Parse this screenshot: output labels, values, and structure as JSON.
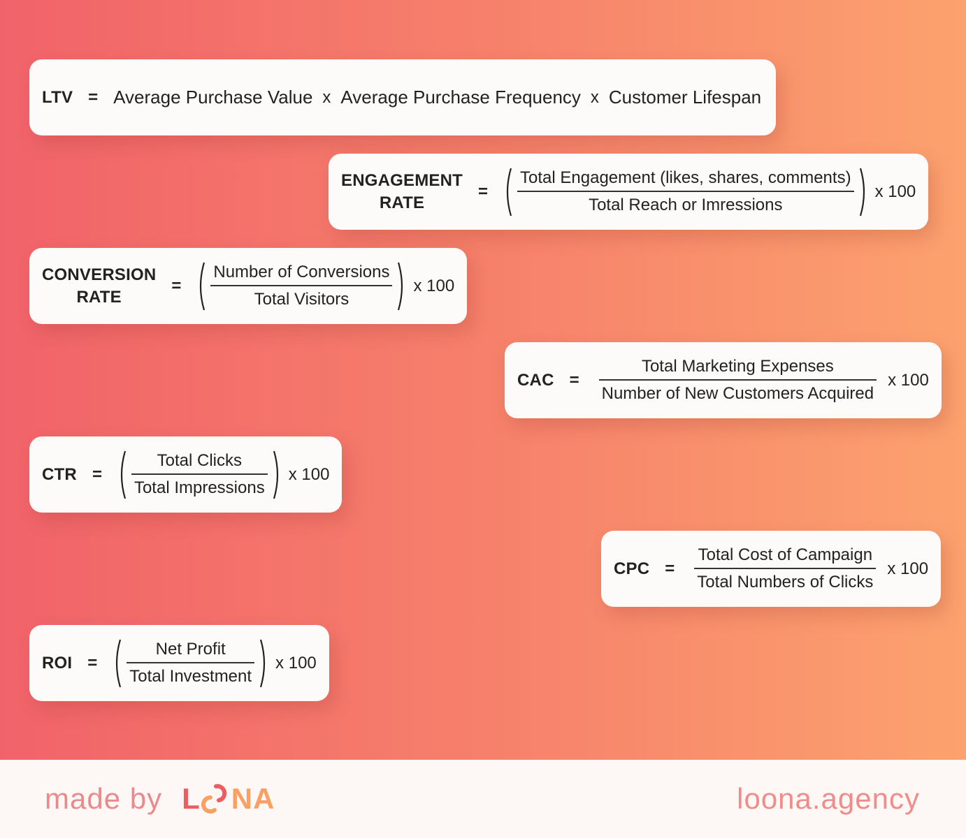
{
  "formulas": [
    {
      "id": "ltv",
      "label": [
        "LTV"
      ],
      "terms": [
        "Average Purchase Value",
        "x",
        "Average Purchase Frequency",
        "x",
        "Customer Lifespan"
      ]
    },
    {
      "id": "engagement-rate",
      "label": [
        "ENGAGEMENT",
        "RATE"
      ],
      "numerator": "Total Engagement (likes, shares, comments)",
      "denominator": "Total Reach or Imressions",
      "parens": true,
      "multiplier": "x 100"
    },
    {
      "id": "conversion-rate",
      "label": [
        "CONVERSION",
        "RATE"
      ],
      "numerator": "Number of Conversions",
      "denominator": "Total Visitors",
      "parens": true,
      "multiplier": "x 100"
    },
    {
      "id": "cac",
      "label": [
        "CAC"
      ],
      "numerator": "Total Marketing Expenses",
      "denominator": "Number of New Customers Acquired",
      "parens": false,
      "multiplier": "x 100"
    },
    {
      "id": "ctr",
      "label": [
        "CTR"
      ],
      "numerator": "Total Clicks",
      "denominator": "Total Impressions",
      "parens": true,
      "multiplier": "x 100"
    },
    {
      "id": "cpc",
      "label": [
        "CPC"
      ],
      "numerator": "Total Cost of Campaign",
      "denominator": "Total Numbers of Clicks",
      "parens": false,
      "multiplier": "x 100"
    },
    {
      "id": "roi",
      "label": [
        "ROI"
      ],
      "numerator": "Net Profit",
      "denominator": "Total Investment",
      "parens": true,
      "multiplier": "x 100"
    }
  ],
  "equals": "=",
  "footer": {
    "made_by": "made by",
    "logo_text": "LOONA",
    "logo_l": "L",
    "logo_na": "NA",
    "website": "loona.agency"
  },
  "colors": {
    "gradient_left": "#f1636a",
    "gradient_right": "#fca26e",
    "footer_bg": "#fdf8f5"
  }
}
